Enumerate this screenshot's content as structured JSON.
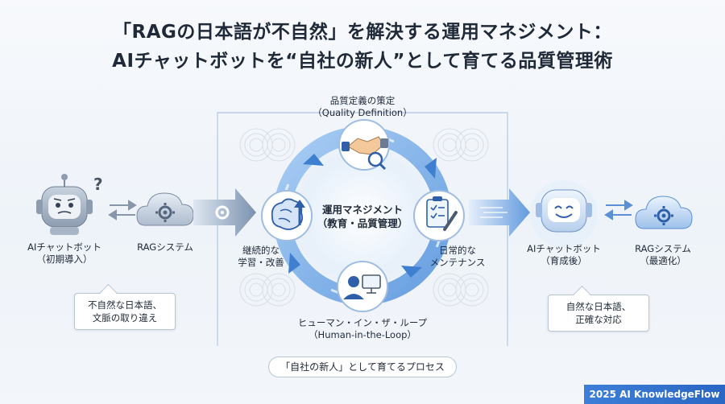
{
  "title": {
    "line1": "「RAGの日本語が不自然」を解決する運用マネジメント：",
    "line2": "AIチャットボットを“自社の新人”として育てる品質管理術"
  },
  "left": {
    "bot_label_1": "AIチャットボット",
    "bot_label_2": "（初期導入）",
    "rag_label": "RAGシステム",
    "question_mark": "?",
    "callout_1": "不自然な日本語、",
    "callout_2": "文脈の取り違え"
  },
  "cycle": {
    "center_1": "運用マネジメント",
    "center_2": "（教育・品質管理）",
    "top_1": "品質定義の策定",
    "top_2": "（Quality Definition）",
    "right_1": "日常的な",
    "right_2": "メンテナンス",
    "bottom_1": "ヒューマン・イン・ザ・ループ",
    "bottom_2": "（Human-in-the-Loop）",
    "left_1": "継続的な",
    "left_2": "学習・改善",
    "process_label": "「自社の新人」として育てるプロセス"
  },
  "right": {
    "bot_label_1": "AIチャットボット",
    "bot_label_2": "（育成後）",
    "rag_label_1": "RAGシステム",
    "rag_label_2": "（最適化）",
    "callout_1": "自然な日本語、",
    "callout_2": "正確な対応"
  },
  "icons": [
    "robot-confused-icon",
    "cloud-gear-icon",
    "gear-icon",
    "handshake-icon",
    "clipboard-wrench-icon",
    "human-monitor-icon",
    "brain-icon",
    "robot-happy-icon"
  ],
  "colors": {
    "accent": "#3d7fd8",
    "ring": "#6fa8e8",
    "footer": "#2a66c4"
  },
  "footer": "2025 AI KnowledgeFlow"
}
